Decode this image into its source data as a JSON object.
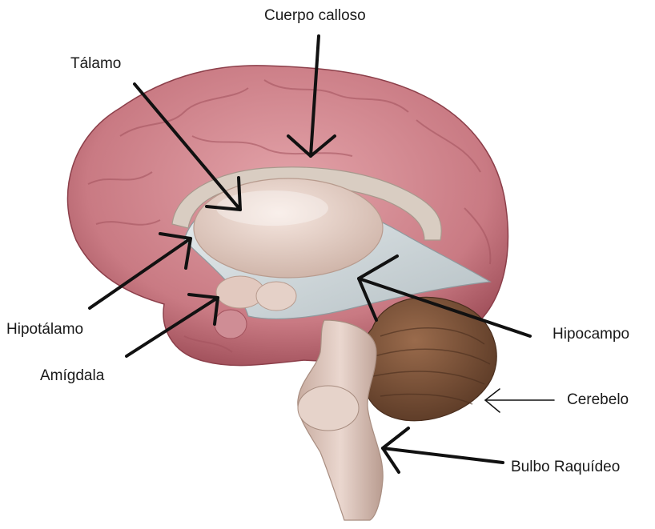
{
  "labels": {
    "cuerpo_calloso": "Cuerpo calloso",
    "talamo": "Tálamo",
    "hipotalamo": "Hipotálamo",
    "amigdala": "Amígdala",
    "hipocampo": "Hipocampo",
    "cerebelo": "Cerebelo",
    "bulbo": "Bulbo Raquídeo"
  },
  "colors": {
    "cortex": "#c97a83",
    "cortex_dark": "#a9545f",
    "thalamus": "#e8d2c8",
    "corpus": "#d8cdc3",
    "hippocampus": "#cfd6d8",
    "cerebellum": "#7a5036",
    "brainstem": "#d9c1b6",
    "line": "#111111"
  }
}
